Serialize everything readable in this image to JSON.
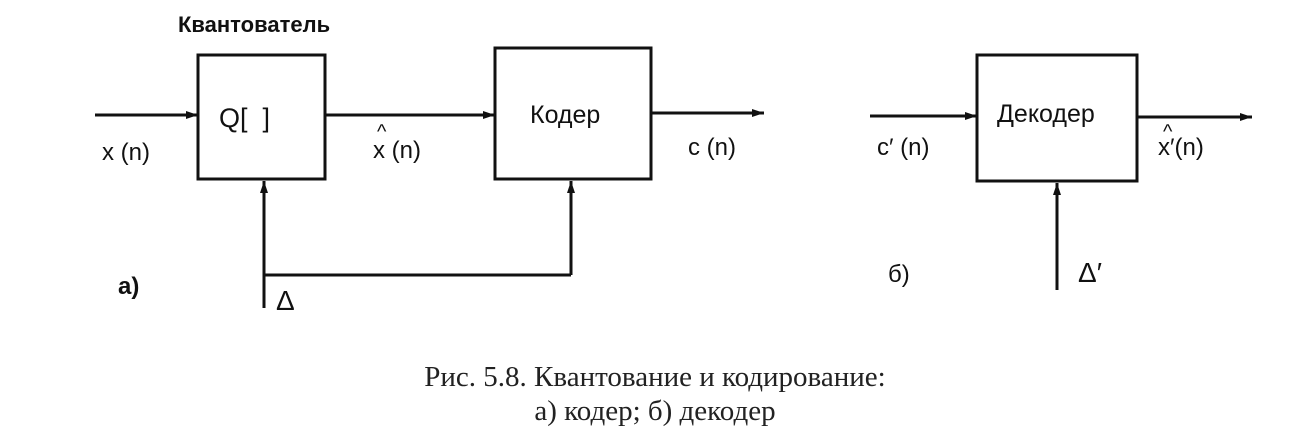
{
  "diagram_a": {
    "quantizer_title": "Квантователь",
    "quantizer_block": "Q[  ]",
    "coder_block": "Кодер",
    "input_label": "x (n)",
    "quantized_label": "x (n)",
    "output_label": "c (n)",
    "step_label": "Δ",
    "part_label": "а)"
  },
  "diagram_b": {
    "decoder_block": "Декодер",
    "input_label": "c′ (n)",
    "output_label": "x′(n)",
    "step_label": "Δ′",
    "part_label": "б)"
  },
  "caption": {
    "line1": "Рис. 5.8. Квантование и кодирование:",
    "line2": "а) кодер; б) декодер"
  }
}
